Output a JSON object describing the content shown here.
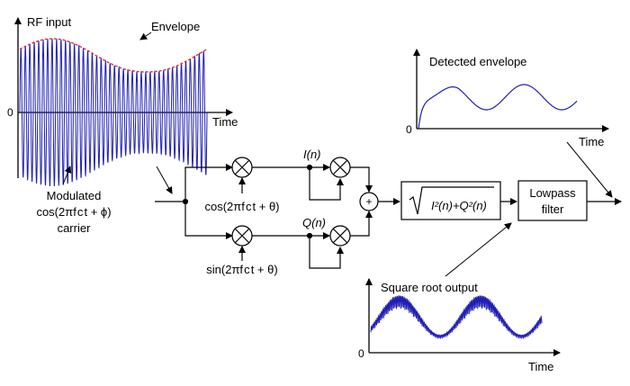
{
  "colors": {
    "signal": "#1f1fb4",
    "envelope": "#e03030",
    "line": "#000000"
  },
  "rf_plot": {
    "title": "RF input",
    "envelope_label": "Envelope",
    "zero_label": "0",
    "time_label": "Time"
  },
  "carrier_note": {
    "line1": "Modulated",
    "line2": "cos(2πf c t + ϕ)",
    "line3": "carrier"
  },
  "oscillators": {
    "cos_label": "cos(2πf c t + θ)",
    "sin_label": "sin(2πf c t + θ)"
  },
  "signals": {
    "i_label": "I(n)",
    "q_label": "Q(n)",
    "sum_symbol": "+"
  },
  "sqrt_block": {
    "formula": "I²(n)+Q²(n)"
  },
  "lowpass_block": {
    "line1": "Lowpass",
    "line2": "filter"
  },
  "detected_plot": {
    "title": "Detected envelope",
    "zero_label": "0",
    "time_label": "Time"
  },
  "sqrt_plot": {
    "title": "Square root output",
    "zero_label": "0",
    "time_label": "Time"
  }
}
